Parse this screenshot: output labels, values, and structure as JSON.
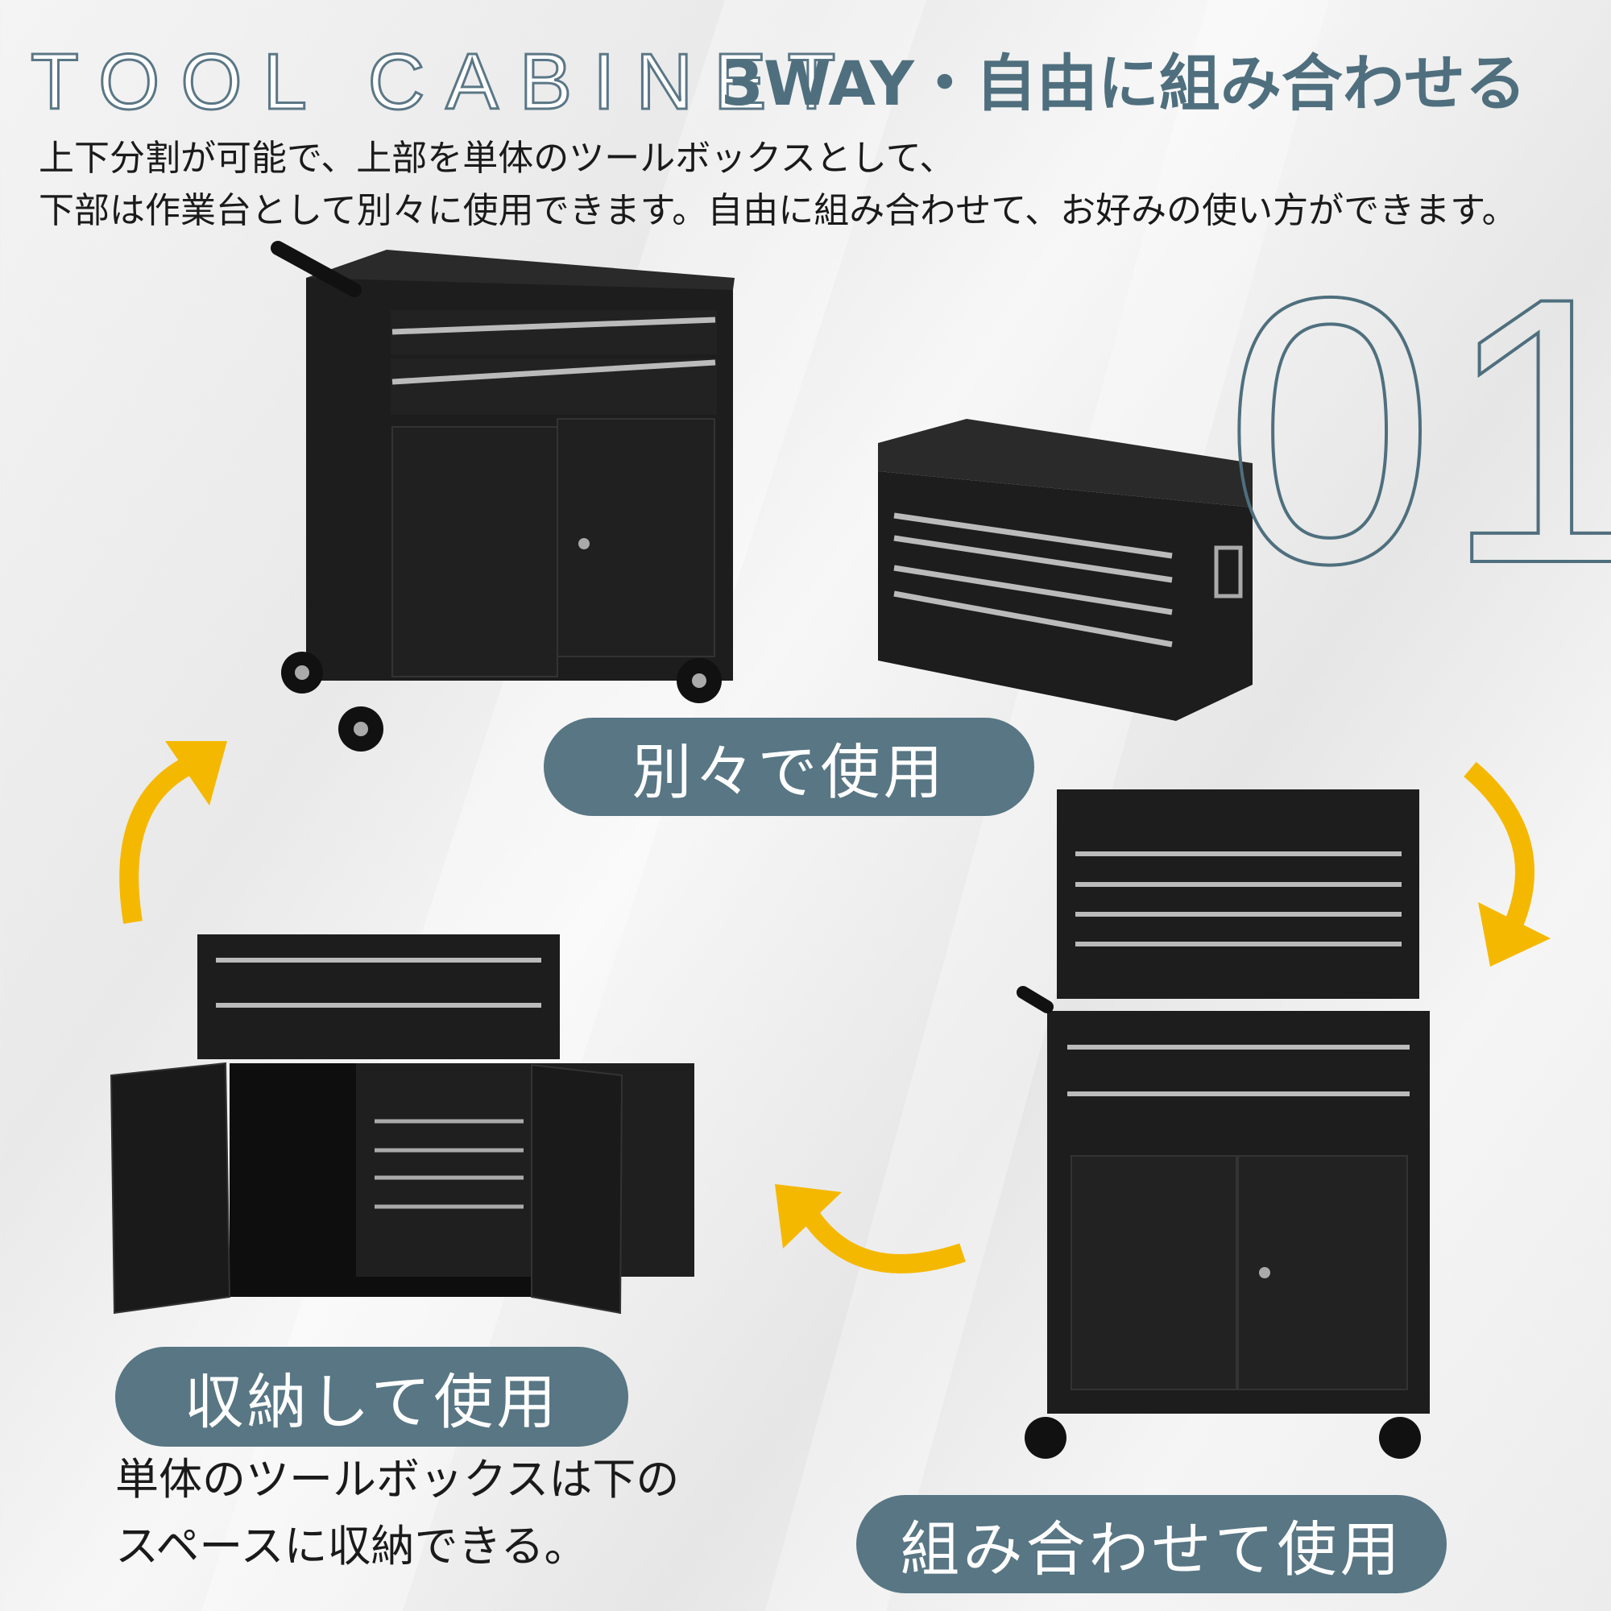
{
  "header": {
    "title_en": "TOOL CABINET",
    "title_jp": "3WAY・自由に組み合わせる",
    "description": [
      "上下分割が可能で、上部を単体のツールボックスとして、",
      "下部は作業台として別々に使用できます。自由に組み合わせて、お好みの使い方ができます。"
    ]
  },
  "feature_number": "01",
  "labels": {
    "separate": "別々で使用",
    "storage": "収納して使用",
    "combined": "組み合わせて使用"
  },
  "storage_note": [
    "単体のツールボックスは下の",
    "スペースに収納できる。"
  ],
  "colors": {
    "accent": "#587684",
    "arrow": "#f5b800",
    "cabinet": "#1c1c1c"
  }
}
